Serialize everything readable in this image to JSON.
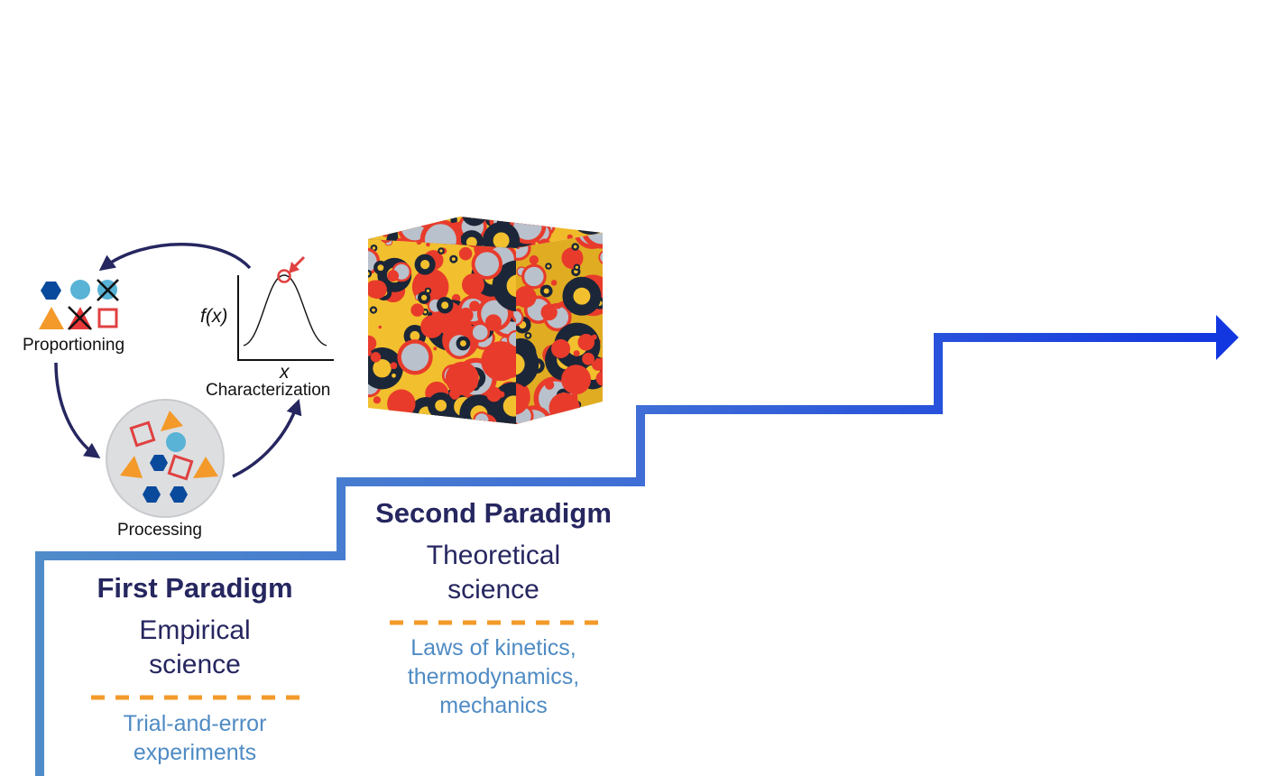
{
  "cycle": {
    "proportioning_label": "Proportioning",
    "processing_label": "Processing",
    "characterization_label": "Characterization",
    "plot_y_label": "f(x)",
    "plot_x_label": "x"
  },
  "paradigms": [
    {
      "title": "First Paradigm",
      "subtitle_lines": [
        "Empirical",
        "science"
      ],
      "description_lines": [
        "Trial-and-error",
        "experiments"
      ]
    },
    {
      "title": "Second Paradigm",
      "subtitle_lines": [
        "Theoretical",
        "science"
      ],
      "description_lines": [
        "Laws of kinetics,",
        "thermodynamics,",
        "mechanics"
      ]
    }
  ],
  "colors": {
    "staircase_start": "#4f8bc9",
    "staircase_end": "#1237e0",
    "cycle_arrows": "#262660",
    "title_text": "#262660",
    "description_text": "#4f8bc4",
    "dashed_divider": "#f39a2a",
    "hexagon": "#0a4a9c",
    "circle": "#58b3d6",
    "triangle": "#f39a2a",
    "square_outline": "#e04040",
    "cube_yellow": "#f2c02e",
    "cube_red": "#e83b2b",
    "cube_grey": "#b9c1cc",
    "cube_dark": "#1b2638"
  }
}
